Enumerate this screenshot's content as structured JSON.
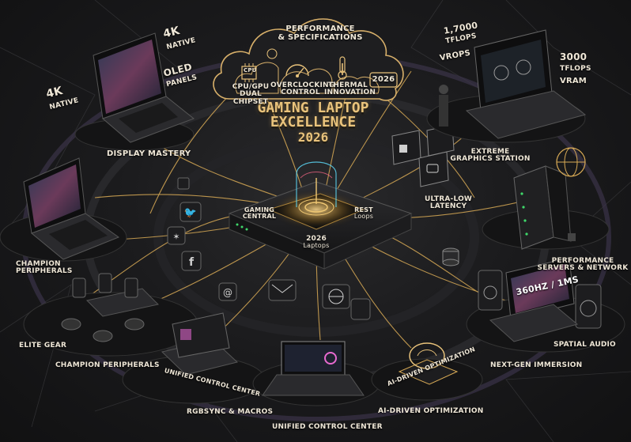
{
  "center": {
    "title_lines": [
      "GAMING LAPTOP",
      "EXCELLENCE"
    ],
    "title_year": "2026",
    "hub_left": [
      "GAMING",
      "CENTRAL"
    ],
    "hub_right": [
      "REST",
      "Loops"
    ],
    "hub_bottom": [
      "2026",
      "Laptops"
    ]
  },
  "cloud": {
    "heading_lines": [
      "PERFORMANCE",
      "& SPECIFICATIONS"
    ],
    "cpu_lines": [
      "CPU/GPU",
      "DUAL CHIPSET"
    ],
    "cpu_chip": "CPU",
    "overclock_lines": [
      "OVERCLOCKING",
      "CONTROL"
    ],
    "thermal_lines": [
      "THERMAL",
      "INNOVATION"
    ],
    "year_badge": "2026"
  },
  "display": {
    "four_k_left": [
      "4K",
      "NATIVE"
    ],
    "four_k_top": [
      "4K",
      "NATIVE"
    ],
    "oled": [
      "OLED",
      "PANELS"
    ],
    "label": "DISPLAY MASTERY"
  },
  "graphics": {
    "tflops_left": [
      "1,7000",
      "TFLOPS"
    ],
    "vrops": "VROPS",
    "tflops_right": [
      "3000",
      "TFLOPS"
    ],
    "vram": "VRAM",
    "label_lines": [
      "EXTREME",
      "GRAPHICS STATION"
    ]
  },
  "latency": {
    "label_lines": [
      "ULTRA-LOW",
      "LATENCY"
    ]
  },
  "servers": {
    "label_lines": [
      "PERFORMANCE",
      "SERVERS & NETWORK"
    ]
  },
  "immersion": {
    "screen_text": "360Hz / 1ms",
    "spatial": "SPATIAL AUDIO",
    "label": "NEXT-GEN IMMERSION"
  },
  "left": {
    "champion_top": [
      "CHAMPION",
      "PERIPHERALS"
    ],
    "elite": "ELITE GEAR",
    "champion_bottom": "CHAMPION PERIPHERALS"
  },
  "bottom": {
    "ucc_curved": "UNIFIED CONTROL CENTER",
    "rgb": "RGBSYNC & MACROS",
    "ucc": "UNIFIED CONTROL CENTER",
    "ai_curved": "AI-DRIVEN OPTIMIZATION",
    "ai": "AI-DRIVEN OPTIMIZATION"
  },
  "colors": {
    "gold": "#e8c27a",
    "cyan": "#5fe0ff",
    "background": "#1b1b1d"
  }
}
